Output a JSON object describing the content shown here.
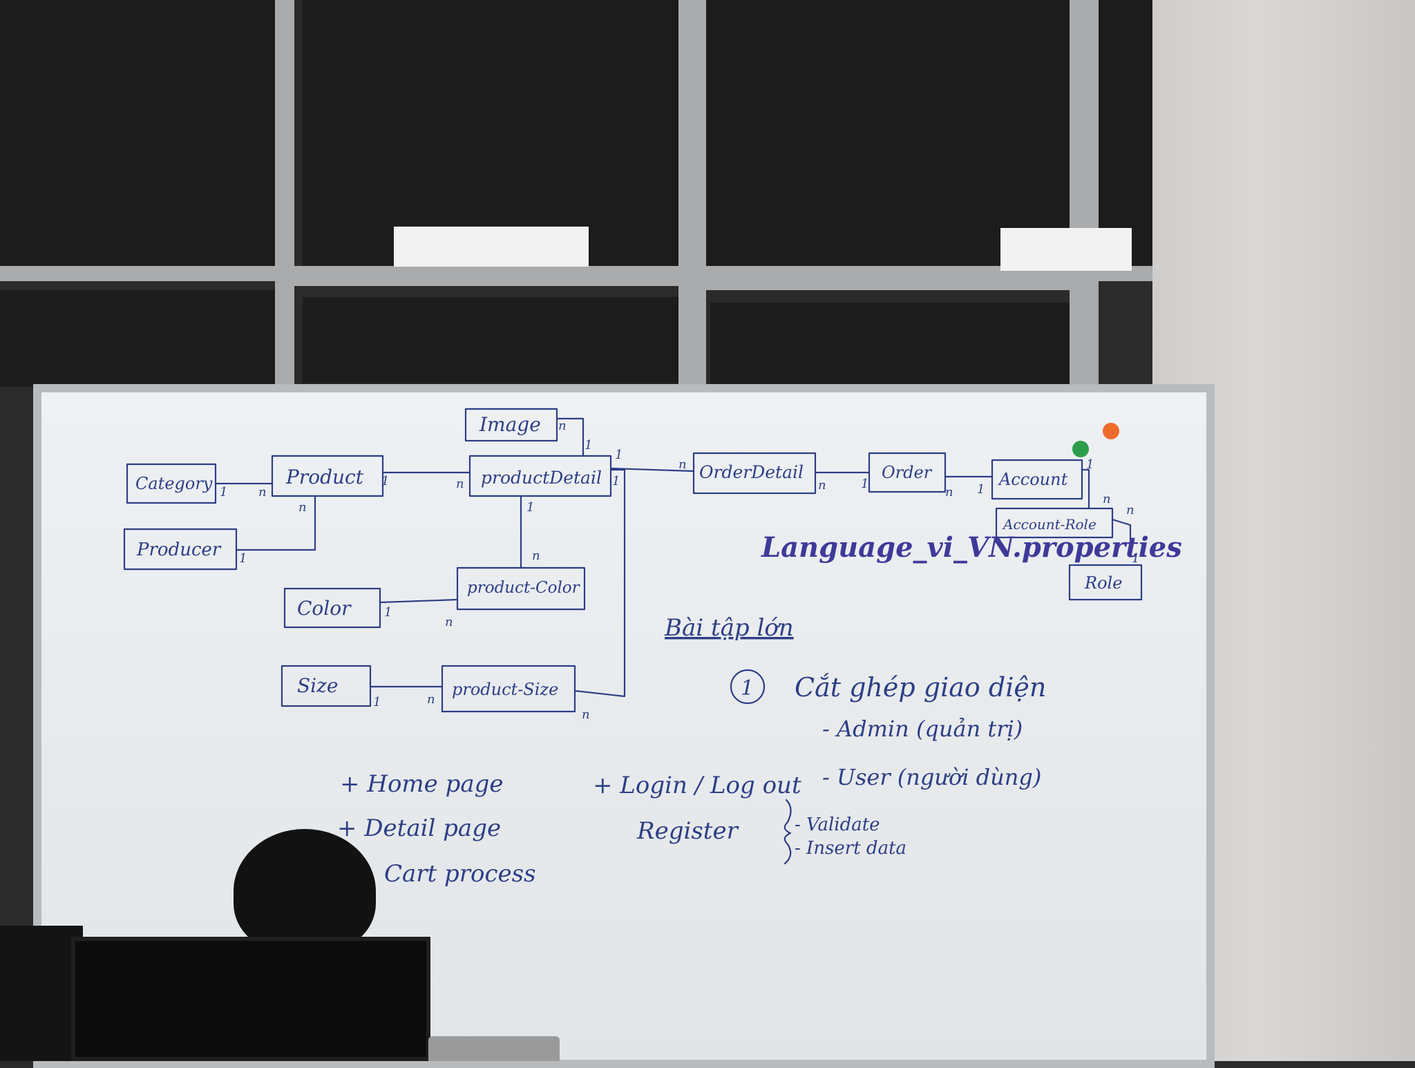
{
  "scene": {
    "colors": {
      "ink": "#2d3e86",
      "board": "#eef1f3",
      "wall": "#2b2b2b",
      "magnet_green": "#2c9e4a",
      "magnet_orange": "#f06a2c"
    }
  },
  "diagram": {
    "entities": {
      "image": "Image",
      "category": "Category",
      "product": "Product",
      "product_detail": "productDetail",
      "order_detail": "OrderDetail",
      "order": "Order",
      "account": "Account",
      "account_role": "Account-Role",
      "role": "Role",
      "producer": "Producer",
      "color": "Color",
      "product_color": "product-Color",
      "size": "Size",
      "product_size": "product-Size"
    },
    "multiplicity": {
      "one": "1",
      "many": "n"
    }
  },
  "notes": {
    "language": "Language_vi_VN.properties",
    "assignment_title": "Bài tập lớn",
    "item_number": "1",
    "item_title": "Cắt ghép giao diện",
    "admin": "- Admin (quản trị)",
    "user": "- User (người dùng)",
    "home_page": "+ Home page",
    "detail_page": "+ Detail page",
    "cart_process": "Cart process",
    "login_logout": "+ Login / Log out",
    "register": "Register",
    "validate": "- Validate",
    "insert_data": "- Insert data"
  }
}
